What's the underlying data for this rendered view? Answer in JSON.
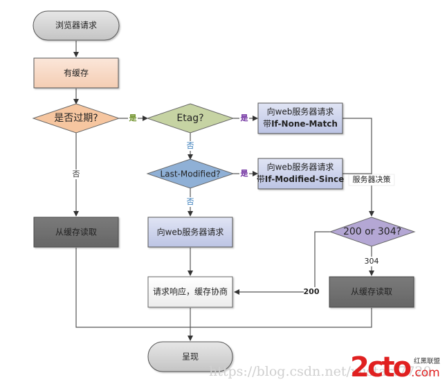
{
  "diagram": {
    "nodes": {
      "browser_request": "浏览器请求",
      "has_cache": "有缓存",
      "expired": "是否过期?",
      "etag": "Etag?",
      "req_none_match_1": "向web服务器请求",
      "req_none_match_2_prefix": "带",
      "req_none_match_2_bold": "If-None-Match",
      "last_modified": "Last-Modified?",
      "req_mod_since_1": "向web服务器请求",
      "req_mod_since_2_prefix": "带",
      "req_mod_since_2_bold": "If-Modified-Since",
      "read_cache_left": "从缓存读取",
      "request_server": "向web服务器请求",
      "decision_200_304": "200 or 304?",
      "response_negotiate": "请求响应，缓存协商",
      "read_cache_right": "从缓存读取",
      "present": "呈现"
    },
    "edge_labels": {
      "expired_yes": "是",
      "expired_no": "否",
      "etag_yes": "是",
      "etag_no": "否",
      "lastmod_yes": "是",
      "lastmod_no": "否",
      "server_decision": "服务器决策",
      "code_304": "304",
      "code_200": "200"
    },
    "colors": {
      "terminal_fill": "#d4d4d4",
      "cache_fill": "#f7d7c4",
      "expired_fill": "#f6c6a0",
      "etag_fill": "#c6d3a3",
      "lastmod_fill": "#8fb0d6",
      "request_fill": "#c9cfe9",
      "dark_fill": "#707070",
      "decision_fill": "#b4a7d4",
      "label_green": "#6b8e23",
      "label_purple": "#7030a0",
      "label_blue": "#2e75b6",
      "stroke": "#555555"
    }
  },
  "watermark": {
    "url_text": "https://blog.csdn.net/xustart7720",
    "logo_text": "2cto",
    "logo_suffix": ".com",
    "logo_cn": "红黑联盟"
  }
}
